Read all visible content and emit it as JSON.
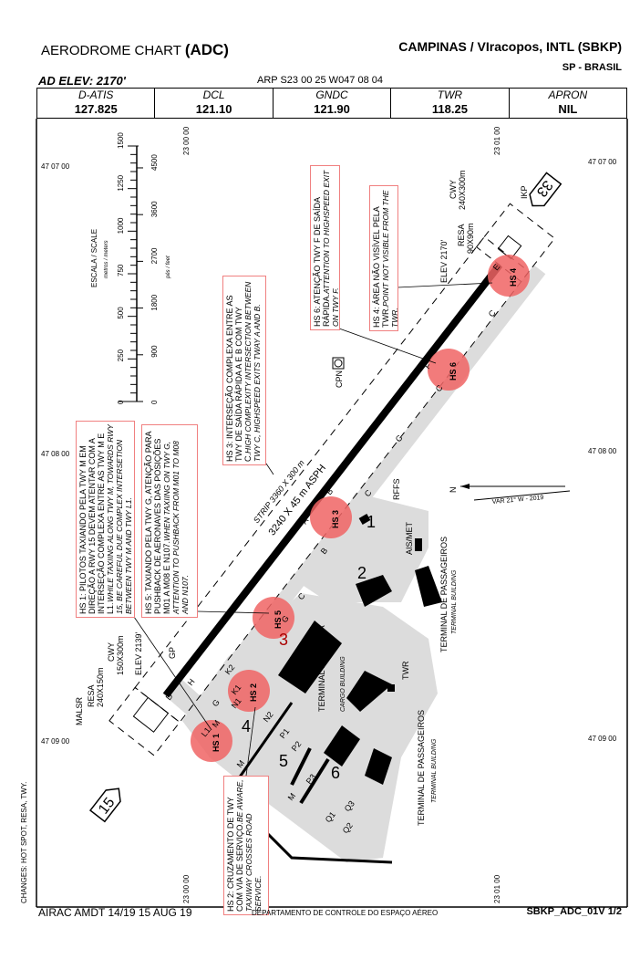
{
  "header": {
    "title_prefix": "AERODROME CHART ",
    "title_code": "(ADC)",
    "airport": "CAMPINAS / VIracopos, INTL (SBKP)",
    "region": "SP - BRASIL",
    "ad_elev": "AD ELEV: 2170'",
    "arp": "ARP S23 00 25 W047 08 04"
  },
  "frequencies": [
    {
      "label": "D-ATIS",
      "value": "127.825"
    },
    {
      "label": "DCL",
      "value": "121.10"
    },
    {
      "label": "GNDC",
      "value": "121.90"
    },
    {
      "label": "TWR",
      "value": "118.25"
    },
    {
      "label": "APRON",
      "value": "NIL"
    }
  ],
  "grid": {
    "left": [
      "47 07 00",
      "47 08 00",
      "47 09 00"
    ],
    "right": [
      "47 07 00",
      "47 08 00",
      "47 09 00"
    ],
    "top": [
      "23 00 00",
      "23 01 00"
    ],
    "bottom": [
      "23 00 00",
      "23 01 00"
    ]
  },
  "scale": {
    "title": "ESCALA / SCALE",
    "meters_label": "metros / meters",
    "feet_label": "pés / feet",
    "meters": [
      "0",
      "250",
      "500",
      "750",
      "1000",
      "1250",
      "1500"
    ],
    "feet": [
      "0",
      "900",
      "1800",
      "2700",
      "3600",
      "4500"
    ]
  },
  "hotspots": [
    {
      "id": "HS 1",
      "pt": "HS 1: PILOTOS TAXIANDO PELA TWY M EM DIREÇÃO A RWY 15 DEVEM ATENTAR COM A INTERSEÇÃO COMPLEXA ENTRE AS TWY M E L1.",
      "en": "WHILE TAXIING ALONG TWY M, TOWARDS RWY 15, BE CAREFUL DUE COMPLEX INTERSETION BETWEEN TWY M AND TWY L1."
    },
    {
      "id": "HS 2",
      "pt": "HS 2: CRUZAMENTO DE TWY COM VIA DE SERVIÇO.",
      "en": "BE AWARE, TAXIWAY CROSSES ROAD SERVICE."
    },
    {
      "id": "HS 3",
      "pt": "HS 3: INTERSEÇÃO COMPLEXA ENTRE AS TWY DE SAÍDA RÁPIDA A E B COM TWY C.",
      "en": "HIGH COMPLEXITY INTERSECTION BETWEEN TWY C, HIGHSPEED EXITS TWAY A AND B."
    },
    {
      "id": "HS 4",
      "pt": "HS 4: ÁREA NÃO VISÍVEL PELA TWR.",
      "en": "POINT NOT VISIBLE FROM THE TWR."
    },
    {
      "id": "HS 5",
      "pt": "HS 5: TAXIANDO PELA TWY G, ATENÇÃO PARA PUSHBACK DE AERONAVES DAS POSIÇÕES M01 A M08 E N107.",
      "en": "WHEN TAXIING ON TWY G, ATTENTION TO PUSHBACK FROM M01 TO M08 AND N107."
    },
    {
      "id": "HS 6",
      "pt": "HS 6: ATENÇÃO TWY F DE SAÍDA RÁPIDA.",
      "en": "ATTENTION TO HIGHSPEED EXIT ON TWY F."
    }
  ],
  "runway": {
    "thr15": "15",
    "thr33": "33",
    "dims": "3240 X 45 m ASPH",
    "strip": "STRIP 3360 X 300 m"
  },
  "labels": {
    "elev_15": "ELEV 2139'",
    "elev_33": "ELEV 2170'",
    "cwy_15": "CWY",
    "cwy_15_dim": "150X300m",
    "resa_15": "RESA",
    "resa_15_dim": "240X150m",
    "malsr": "MALSR",
    "cwy_33": "CWY",
    "cwy_33_dim": "240X300m",
    "resa_33": "RESA",
    "resa_33_dim": "90X90m",
    "ikp": "IKP",
    "gp": "GP",
    "cpn": "CPN",
    "rffs": "RFFS",
    "aismet": "AIS/MET",
    "twr": "TWR",
    "term_cargo": "TERMINAL DE CARGA",
    "term_cargo_en": "CARGO BUILDING",
    "term_pax1": "TERMINAL DE PASSAGEIROS",
    "term_pax1_en": "TERMINAL BUILDING",
    "term_pax2": "TERMINAL DE PASSAGEIROS",
    "term_pax2_en": "TERMINAL BUILDING",
    "north": "N",
    "var": "VAR 21° W - 2019"
  },
  "aprons": [
    "1",
    "2",
    "3",
    "4",
    "5",
    "6"
  ],
  "taxiways": [
    "E",
    "F",
    "C",
    "C",
    "C",
    "B",
    "A",
    "B",
    "C",
    "G",
    "K2",
    "H",
    "D",
    "G",
    "N1",
    "K1",
    "N2",
    "L1",
    "M",
    "P1",
    "P2",
    "P3",
    "M",
    "M",
    "Q1",
    "Q3",
    "Q2",
    "C"
  ],
  "footer": {
    "airac": "AIRAC AMDT 14/19 15 AUG 19",
    "dept": "DEPARTAMENTO DE CONTROLE DO ESPAÇO AÉREO",
    "code": "SBKP_ADC_01V 1/2",
    "changes": "CHANGES: HOT SPOT, RESA, TWY."
  },
  "colors": {
    "hotspot": "#f06464",
    "pavement": "#dcdcdc",
    "box": "#f08080"
  }
}
